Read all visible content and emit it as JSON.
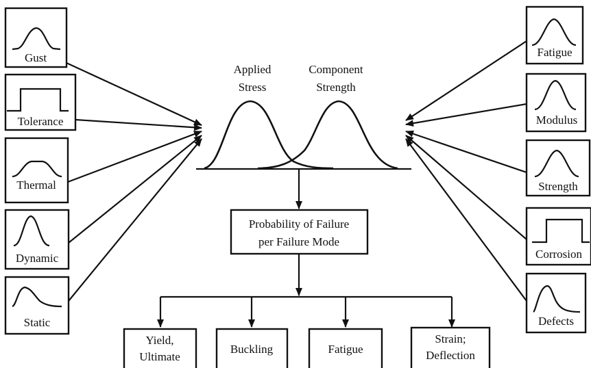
{
  "diagram": {
    "curve_labels": {
      "applied_stress": [
        "Applied",
        "Stress"
      ],
      "component_strength": [
        "Component",
        "Strength"
      ]
    },
    "left_inputs": [
      "Gust",
      "Tolerance",
      "Thermal",
      "Dynamic",
      "Static"
    ],
    "right_inputs": [
      "Fatigue",
      "Modulus",
      "Strength",
      "Corrosion",
      "Defects"
    ],
    "central_box": [
      "Probability of Failure",
      "per Failure Mode"
    ],
    "failure_modes": [
      [
        "Yield,",
        "Ultimate"
      ],
      [
        "Buckling"
      ],
      [
        "Fatigue"
      ],
      [
        "Strain;",
        "Deflection"
      ]
    ]
  }
}
